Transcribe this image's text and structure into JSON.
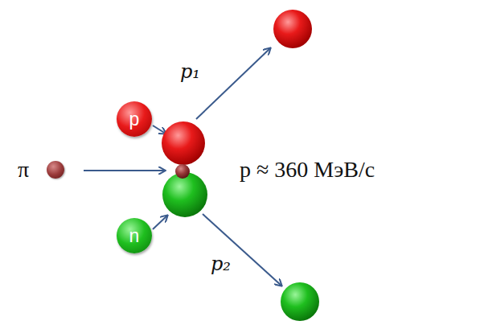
{
  "diagram": {
    "nodes": [
      {
        "text": [
          "p"
        ]
      },
      {
        "text": [
          "π"
        ]
      },
      {
        "text": [
          "n"
        ]
      }
    ],
    "labels": [
      "p₁",
      "p₂",
      "p ≈ 360 МэВ/с"
    ]
  }
}
